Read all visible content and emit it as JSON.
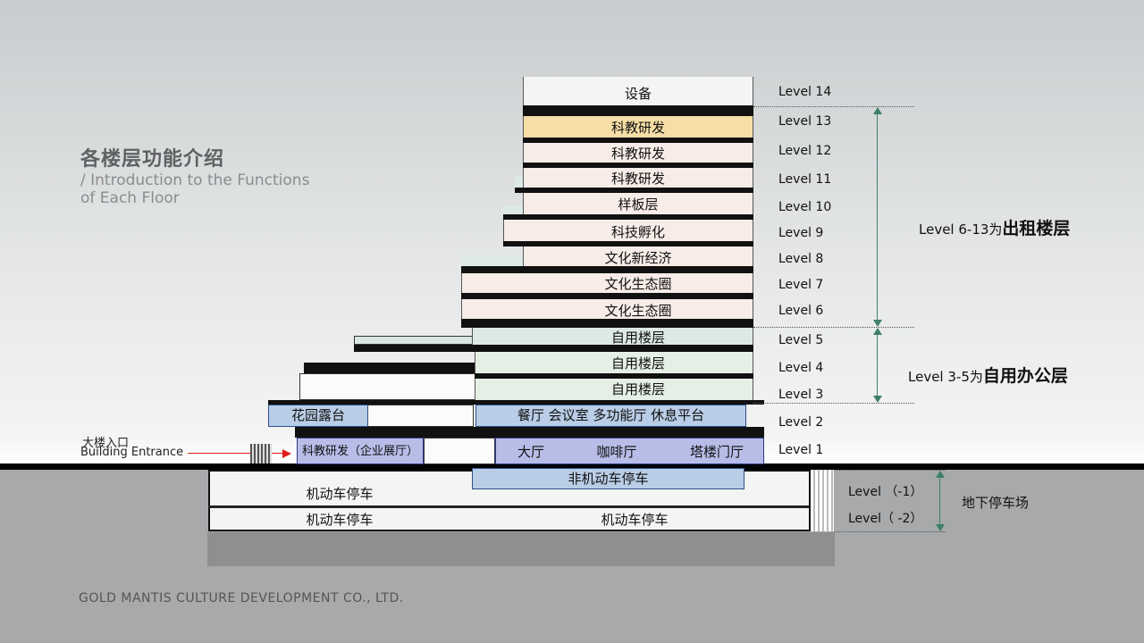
{
  "heading": {
    "title_cn": "各楼层功能介绍",
    "title_en_line1": "/ Introduction to the Functions",
    "title_en_line2": "of Each Floor"
  },
  "footer": "GOLD MANTIS CULTURE DEVELOPMENT CO., LTD.",
  "entrance": {
    "cn": "大楼入口",
    "en": "Building Entrance"
  },
  "levels": {
    "l14": "Level 14",
    "l13": "Level 13",
    "l12": "Level 12",
    "l11": "Level 11",
    "l10": "Level 10",
    "l9": "Level 9",
    "l8": "Level 8",
    "l7": "Level 7",
    "l6": "Level 6",
    "l5": "Level 5",
    "l4": "Level 4",
    "l3": "Level 3",
    "l2": "Level 2",
    "l1": "Level 1",
    "b1": "Level （-1）",
    "b2": "Level（ -2）"
  },
  "floors": {
    "f14": "设备",
    "f13": "科教研发",
    "f12": "科教研发",
    "f11": "科教研发",
    "f10": "样板层",
    "f9": "科技孵化",
    "f8": "文化新经济",
    "f7": "文化生态圈",
    "f6": "文化生态圈",
    "f5": "自用楼层",
    "f4": "自用楼层",
    "f3": "自用楼层",
    "f2_garden": "花园露台",
    "f2_main": "餐厅   会议室   多功能厅   休息平台",
    "f1_exhibit": "科教研发（企业展厅）",
    "f1_lobby": "大厅",
    "f1_cafe": "咖啡厅",
    "f1_tower_hall": "塔楼门厅",
    "b1_parking": "机动车停车",
    "b1_bike": "非机动车停车",
    "b2_parking_left": "机动车停车",
    "b2_parking_right": "机动车停车"
  },
  "groups": {
    "rental_prefix": "Level 6-13为",
    "rental_bold": "出租楼层",
    "office_prefix": "Level 3-5为",
    "office_bold": "自用办公层",
    "parking": "地下停车场"
  },
  "colors": {
    "accent_arrow": "#3e7f6a",
    "entrance_arrow": "#e0201c",
    "highlight_floor": "#f6dfa6"
  }
}
